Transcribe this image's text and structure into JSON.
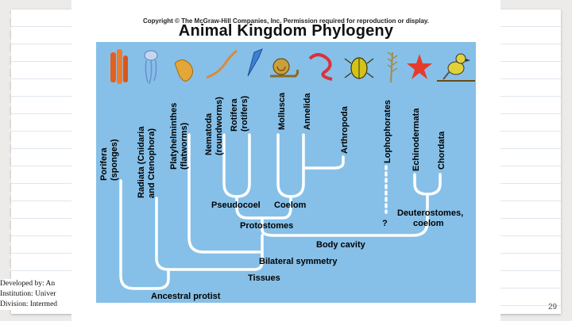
{
  "slide": {
    "copyright": "Copyright © The McGraw-Hill Companies, Inc. Permission required for reproduction or display.",
    "title": "Animal Kingdom Phylogeny",
    "page_number": "29",
    "credit_lines": [
      "Developed by: An",
      "Institution: Univer",
      "Division: Intermed"
    ]
  },
  "diagram": {
    "background": "#86c0e8",
    "line_color": "#ffffff",
    "taxa": [
      {
        "name": "Porifera",
        "sub": "(sponges)",
        "icon": "sponge-icon"
      },
      {
        "name": "Radiata (Cnidaria",
        "sub": "and Ctenophora)",
        "icon": "jellyfish-icon"
      },
      {
        "name": "Platyhelminthes",
        "sub": "(flatworms)",
        "icon": "flatworm-icon"
      },
      {
        "name": "Nematoda",
        "sub": "(roundworms)",
        "icon": "roundworm-icon"
      },
      {
        "name": "Rotifera",
        "sub": "(rotifers)",
        "icon": "rotifer-icon"
      },
      {
        "name": "Mollusca",
        "sub": "",
        "icon": "snail-icon"
      },
      {
        "name": "Annelida",
        "sub": "",
        "icon": "earthworm-icon"
      },
      {
        "name": "Arthropoda",
        "sub": "",
        "icon": "beetle-icon"
      },
      {
        "name": "Lophophorates",
        "sub": "",
        "icon": "lophophorate-icon"
      },
      {
        "name": "Echinodermata",
        "sub": "",
        "icon": "starfish-icon"
      },
      {
        "name": "Chordata",
        "sub": "",
        "icon": "bird-icon"
      }
    ],
    "nodes": {
      "pseudocoel": "Pseudocoel",
      "coelom": "Coelom",
      "protostomes": "Protostomes",
      "unknown": "?",
      "deuterostomes_1": "Deuterostomes,",
      "deuterostomes_2": "coelom",
      "body_cavity": "Body cavity",
      "bilateral_symmetry": "Bilateral symmetry",
      "tissues": "Tissues",
      "ancestral_protist": "Ancestral protist"
    }
  }
}
